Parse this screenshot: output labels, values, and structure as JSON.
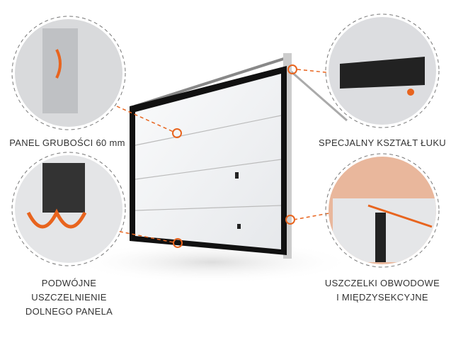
{
  "labels": {
    "panel_thickness": "PANEL GRUBOŚCI 60 mm",
    "special_arc": "SPECJALNY KSZTAŁT ŁUKU",
    "double_seal": [
      "PODWÓJNE",
      "USZCZELNIENIE",
      "DOLNEGO PANELA"
    ],
    "perimeter_seals": [
      "USZCZELKI OBWODOWE",
      "I MIĘDZYSEKCYJNE"
    ]
  },
  "colors": {
    "accent": "#e8641e",
    "frame": "#1a1a1a",
    "panel": "#f2f3f5",
    "text": "#333333"
  }
}
